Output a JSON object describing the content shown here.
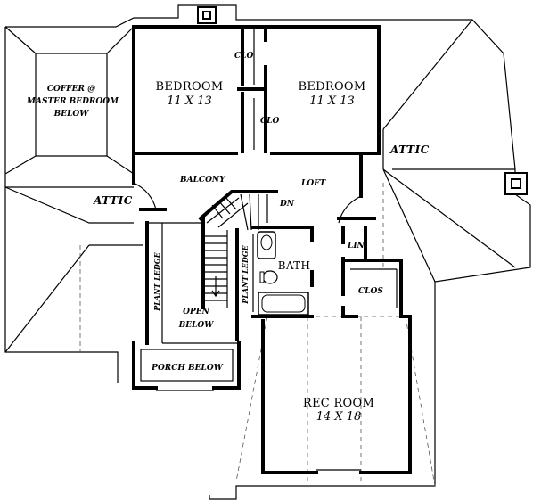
{
  "rooms": {
    "bedroom_left": {
      "name": "BEDROOM",
      "size": "11 X 13"
    },
    "bedroom_right": {
      "name": "BEDROOM",
      "size": "11 X 13"
    },
    "rec_room": {
      "name": "REC ROOM",
      "size": "14 X 18"
    },
    "bath": "BATH"
  },
  "labels": {
    "coffer": [
      "COFFER @",
      "MASTER BEDROOM",
      "BELOW"
    ],
    "attic_left": "ATTIC",
    "attic_right": "ATTIC",
    "balcony": "BALCONY",
    "loft": "LOFT",
    "dn": "DN",
    "clo_top": "CLO",
    "clo_mid": "CLO",
    "lin": "LIN",
    "clos": "CLOS",
    "open_below": [
      "OPEN",
      "BELOW"
    ],
    "plant_ledge_left": "PLANT LEDGE",
    "plant_ledge_right": "PLANT LEDGE",
    "porch_below": "PORCH BELOW"
  }
}
